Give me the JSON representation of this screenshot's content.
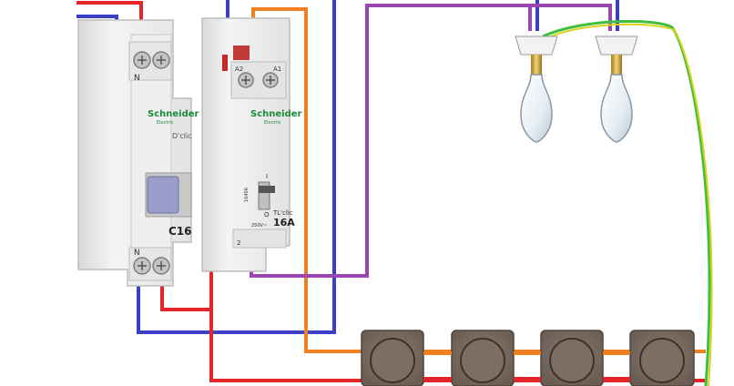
{
  "breaker": {
    "brand": "Schneider",
    "brand_sub": "Electric",
    "model": "D'clic",
    "rating": "C16",
    "terminal_top": "N",
    "terminal_bottom": "N"
  },
  "relay": {
    "brand": "Schneider",
    "brand_sub": "Electric",
    "terminal_a2": "A2",
    "terminal_a1": "A1",
    "model": "TL'clic",
    "rating": "16A",
    "code": "16406",
    "voltage": "250V~",
    "switch_on": "I",
    "switch_off": "O",
    "terminal_2": "2"
  },
  "colors": {
    "wire_red": "#e3242b",
    "wire_blue": "#3b3fc4",
    "wire_orange": "#f07f22",
    "wire_purple": "#9a45b0",
    "wire_green": "#3fbf3f",
    "wire_yellow": "#d9d21a",
    "pushbutton": "#7a6c62"
  }
}
